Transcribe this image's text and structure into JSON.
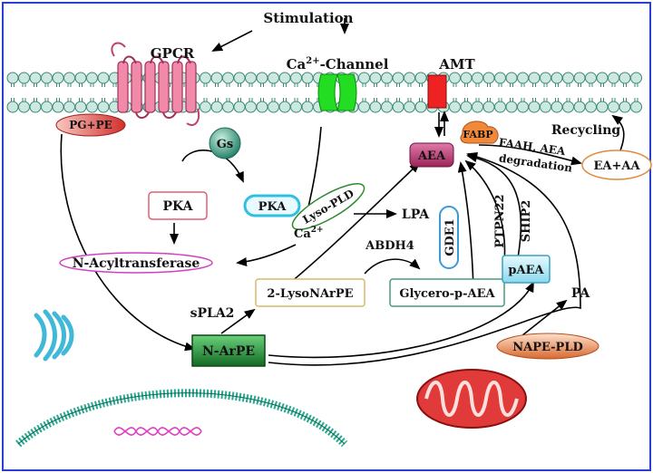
{
  "labels": {
    "stimulation": "Stimulation",
    "gpcr": "GPCR",
    "ca_channel_prefix": "Ca",
    "ca_channel_sup": "2+",
    "ca_channel_suffix": "-Channel",
    "amt": "AMT",
    "pg_pe": "PG+PE",
    "gs": "Gs",
    "fabp": "FABP",
    "recycling": "Recycling",
    "aea": "AEA",
    "faah_line1": "FAAH, AEA",
    "faah_line2": "degradation",
    "ea_aa": "EA+AA",
    "pka_left": "PKA",
    "pka_right": "PKA",
    "lyso_pld": "Lyso-PLD",
    "lpa": "LPA",
    "ca_ion": "Ca",
    "ca_ion_sup": "2+",
    "n_acyltransferase": "N-Acyltransferase",
    "abdh4": "ABDH4",
    "gde1": "GDE1",
    "ptpn22": "PTPN22",
    "ship2": "SHIP2",
    "lyso_narpe": "2-LysoNArPE",
    "glycero_p_aea": "Glycero-p-AEA",
    "paea": "pAEA",
    "pa": "PA",
    "spla2": "sPLA2",
    "n_arpe": "N-ArPE",
    "nape_pld": "NAPE-PLD"
  },
  "colors": {
    "border": "#2b3fd6",
    "membrane_head": "#cde8e0",
    "membrane_head_stroke": "#3c8a78",
    "gpcr": "#f08aa8",
    "ca_channel": "#22dd22",
    "amt": "#ee2222",
    "pg_pe": "#e8403c",
    "gs": "#3aa890",
    "fabp": "#f08a3a",
    "aea": "#b02c68",
    "pka_right": "#2fc0e0",
    "lyso_pld": "#2c8a2c",
    "n_acyltransferase": "#d040c0",
    "gde1": "#3a9ad8",
    "n_arpe": "#1c8a2c",
    "nape_pld": "#e07a40",
    "mitochondrion": "#e03a3a",
    "er": "#40b8d8",
    "nucleus": "#2aa890",
    "dna": "#e040c0"
  }
}
